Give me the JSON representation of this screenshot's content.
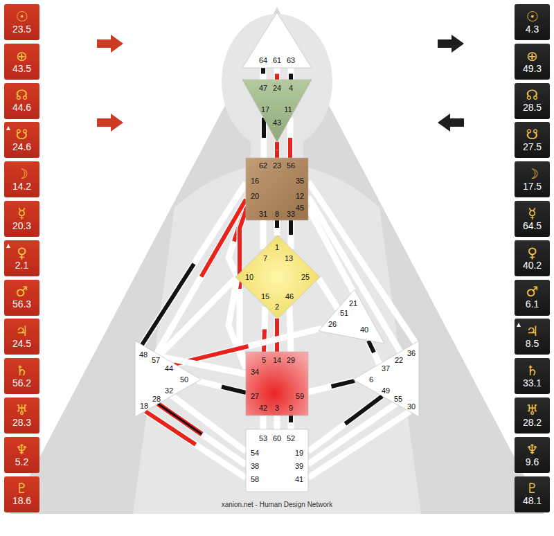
{
  "diagram": {
    "nodes": [
      {
        "text": [
          "64",
          "61",
          "63"
        ]
      },
      {
        "text": [
          "47",
          "24",
          "4",
          "17",
          "11",
          "43"
        ]
      },
      {
        "text": [
          "62",
          "23",
          "56",
          "16",
          "35",
          "20",
          "12",
          "45",
          "31",
          "8",
          "33"
        ]
      },
      {
        "text": [
          "1",
          "7",
          "13",
          "10",
          "25",
          "15",
          "46",
          "2"
        ]
      },
      {
        "text": [
          "21",
          "51",
          "26",
          "40"
        ]
      },
      {
        "text": [
          "48",
          "57",
          "44",
          "50",
          "32",
          "28",
          "18"
        ]
      },
      {
        "text": [
          "5",
          "14",
          "29",
          "34",
          "27",
          "59",
          "42",
          "3",
          "9"
        ]
      },
      {
        "text": [
          "37",
          "22",
          "36",
          "6",
          "49",
          "55",
          "30"
        ]
      },
      {
        "text": [
          "53",
          "60",
          "52",
          "54",
          "19",
          "38",
          "39",
          "58",
          "41"
        ]
      },
      {
        "text": [
          "☉",
          "23.5"
        ]
      },
      {
        "text": [
          "⊕",
          "43.5"
        ]
      },
      {
        "text": [
          "☊",
          "44.6"
        ]
      },
      {
        "text": [
          "☋",
          "24.6"
        ]
      },
      {
        "text": [
          "☽",
          "14.2"
        ]
      },
      {
        "text": [
          "☿",
          "20.3"
        ]
      },
      {
        "text": [
          "♀",
          "2.1"
        ]
      },
      {
        "text": [
          "♂",
          "56.3"
        ]
      },
      {
        "text": [
          "♃",
          "24.5"
        ]
      },
      {
        "text": [
          "♄",
          "56.2"
        ]
      },
      {
        "text": [
          "♅",
          "28.3"
        ]
      },
      {
        "text": [
          "♆",
          "5.2"
        ]
      },
      {
        "text": [
          "♇",
          "18.6"
        ]
      },
      {
        "text": [
          "☉",
          "4.3"
        ]
      },
      {
        "text": [
          "⊕",
          "49.3"
        ]
      },
      {
        "text": [
          "☊",
          "28.5"
        ]
      },
      {
        "text": [
          "☋",
          "27.5"
        ]
      },
      {
        "text": [
          "☽",
          "17.5"
        ]
      },
      {
        "text": [
          "☿",
          "64.5"
        ]
      },
      {
        "text": [
          "♀",
          "40.2"
        ]
      },
      {
        "text": [
          "♂",
          "6.1"
        ]
      },
      {
        "text": [
          "♃",
          "8.5"
        ]
      },
      {
        "text": [
          "♄",
          "33.1"
        ]
      },
      {
        "text": [
          "♅",
          "28.2"
        ]
      },
      {
        "text": [
          "♆",
          "9.6"
        ]
      },
      {
        "text": [
          "♇",
          "48.1"
        ]
      }
    ],
    "edges": [
      {
        "from": 0,
        "to": 1,
        "arrow": "none"
      },
      {
        "from": 0,
        "to": 1,
        "arrow": "none"
      },
      {
        "from": 0,
        "to": 1,
        "arrow": "none"
      },
      {
        "from": 1,
        "to": 2,
        "arrow": "none"
      },
      {
        "from": 1,
        "to": 2,
        "arrow": "none"
      },
      {
        "from": 1,
        "to": 2,
        "arrow": "none"
      },
      {
        "from": 2,
        "to": 3,
        "arrow": "none"
      },
      {
        "from": 2,
        "to": 3,
        "arrow": "none"
      },
      {
        "from": 2,
        "to": 3,
        "arrow": "none"
      },
      {
        "from": 2,
        "to": 3,
        "arrow": "none"
      },
      {
        "from": 2,
        "to": 6,
        "arrow": "none"
      },
      {
        "from": 2,
        "to": 5,
        "arrow": "none"
      },
      {
        "from": 2,
        "to": 5,
        "arrow": "none"
      },
      {
        "from": 2,
        "to": 4,
        "arrow": "none"
      },
      {
        "from": 2,
        "to": 7,
        "arrow": "none"
      },
      {
        "from": 2,
        "to": 7,
        "arrow": "none"
      },
      {
        "from": 3,
        "to": 6,
        "arrow": "none"
      },
      {
        "from": 3,
        "to": 6,
        "arrow": "none"
      },
      {
        "from": 3,
        "to": 6,
        "arrow": "none"
      },
      {
        "from": 3,
        "to": 4,
        "arrow": "none"
      },
      {
        "from": 3,
        "to": 5,
        "arrow": "none"
      },
      {
        "from": 3,
        "to": 6,
        "arrow": "none"
      },
      {
        "from": 4,
        "to": 5,
        "arrow": "none"
      },
      {
        "from": 4,
        "to": 7,
        "arrow": "none"
      },
      {
        "from": 5,
        "to": 6,
        "arrow": "none"
      },
      {
        "from": 5,
        "to": 6,
        "arrow": "none"
      },
      {
        "from": 5,
        "to": 8,
        "arrow": "none"
      },
      {
        "from": 5,
        "to": 8,
        "arrow": "none"
      },
      {
        "from": 5,
        "to": 8,
        "arrow": "none"
      },
      {
        "from": 6,
        "to": 8,
        "arrow": "none"
      },
      {
        "from": 6,
        "to": 8,
        "arrow": "none"
      },
      {
        "from": 6,
        "to": 8,
        "arrow": "none"
      },
      {
        "from": 6,
        "to": 7,
        "arrow": "none"
      },
      {
        "from": 8,
        "to": 7,
        "arrow": "none"
      },
      {
        "from": 8,
        "to": 7,
        "arrow": "none"
      },
      {
        "from": 8,
        "to": 7,
        "arrow": "none"
      }
    ],
    "labels": [
      "xanion.net - Human Design Network"
    ]
  }
}
